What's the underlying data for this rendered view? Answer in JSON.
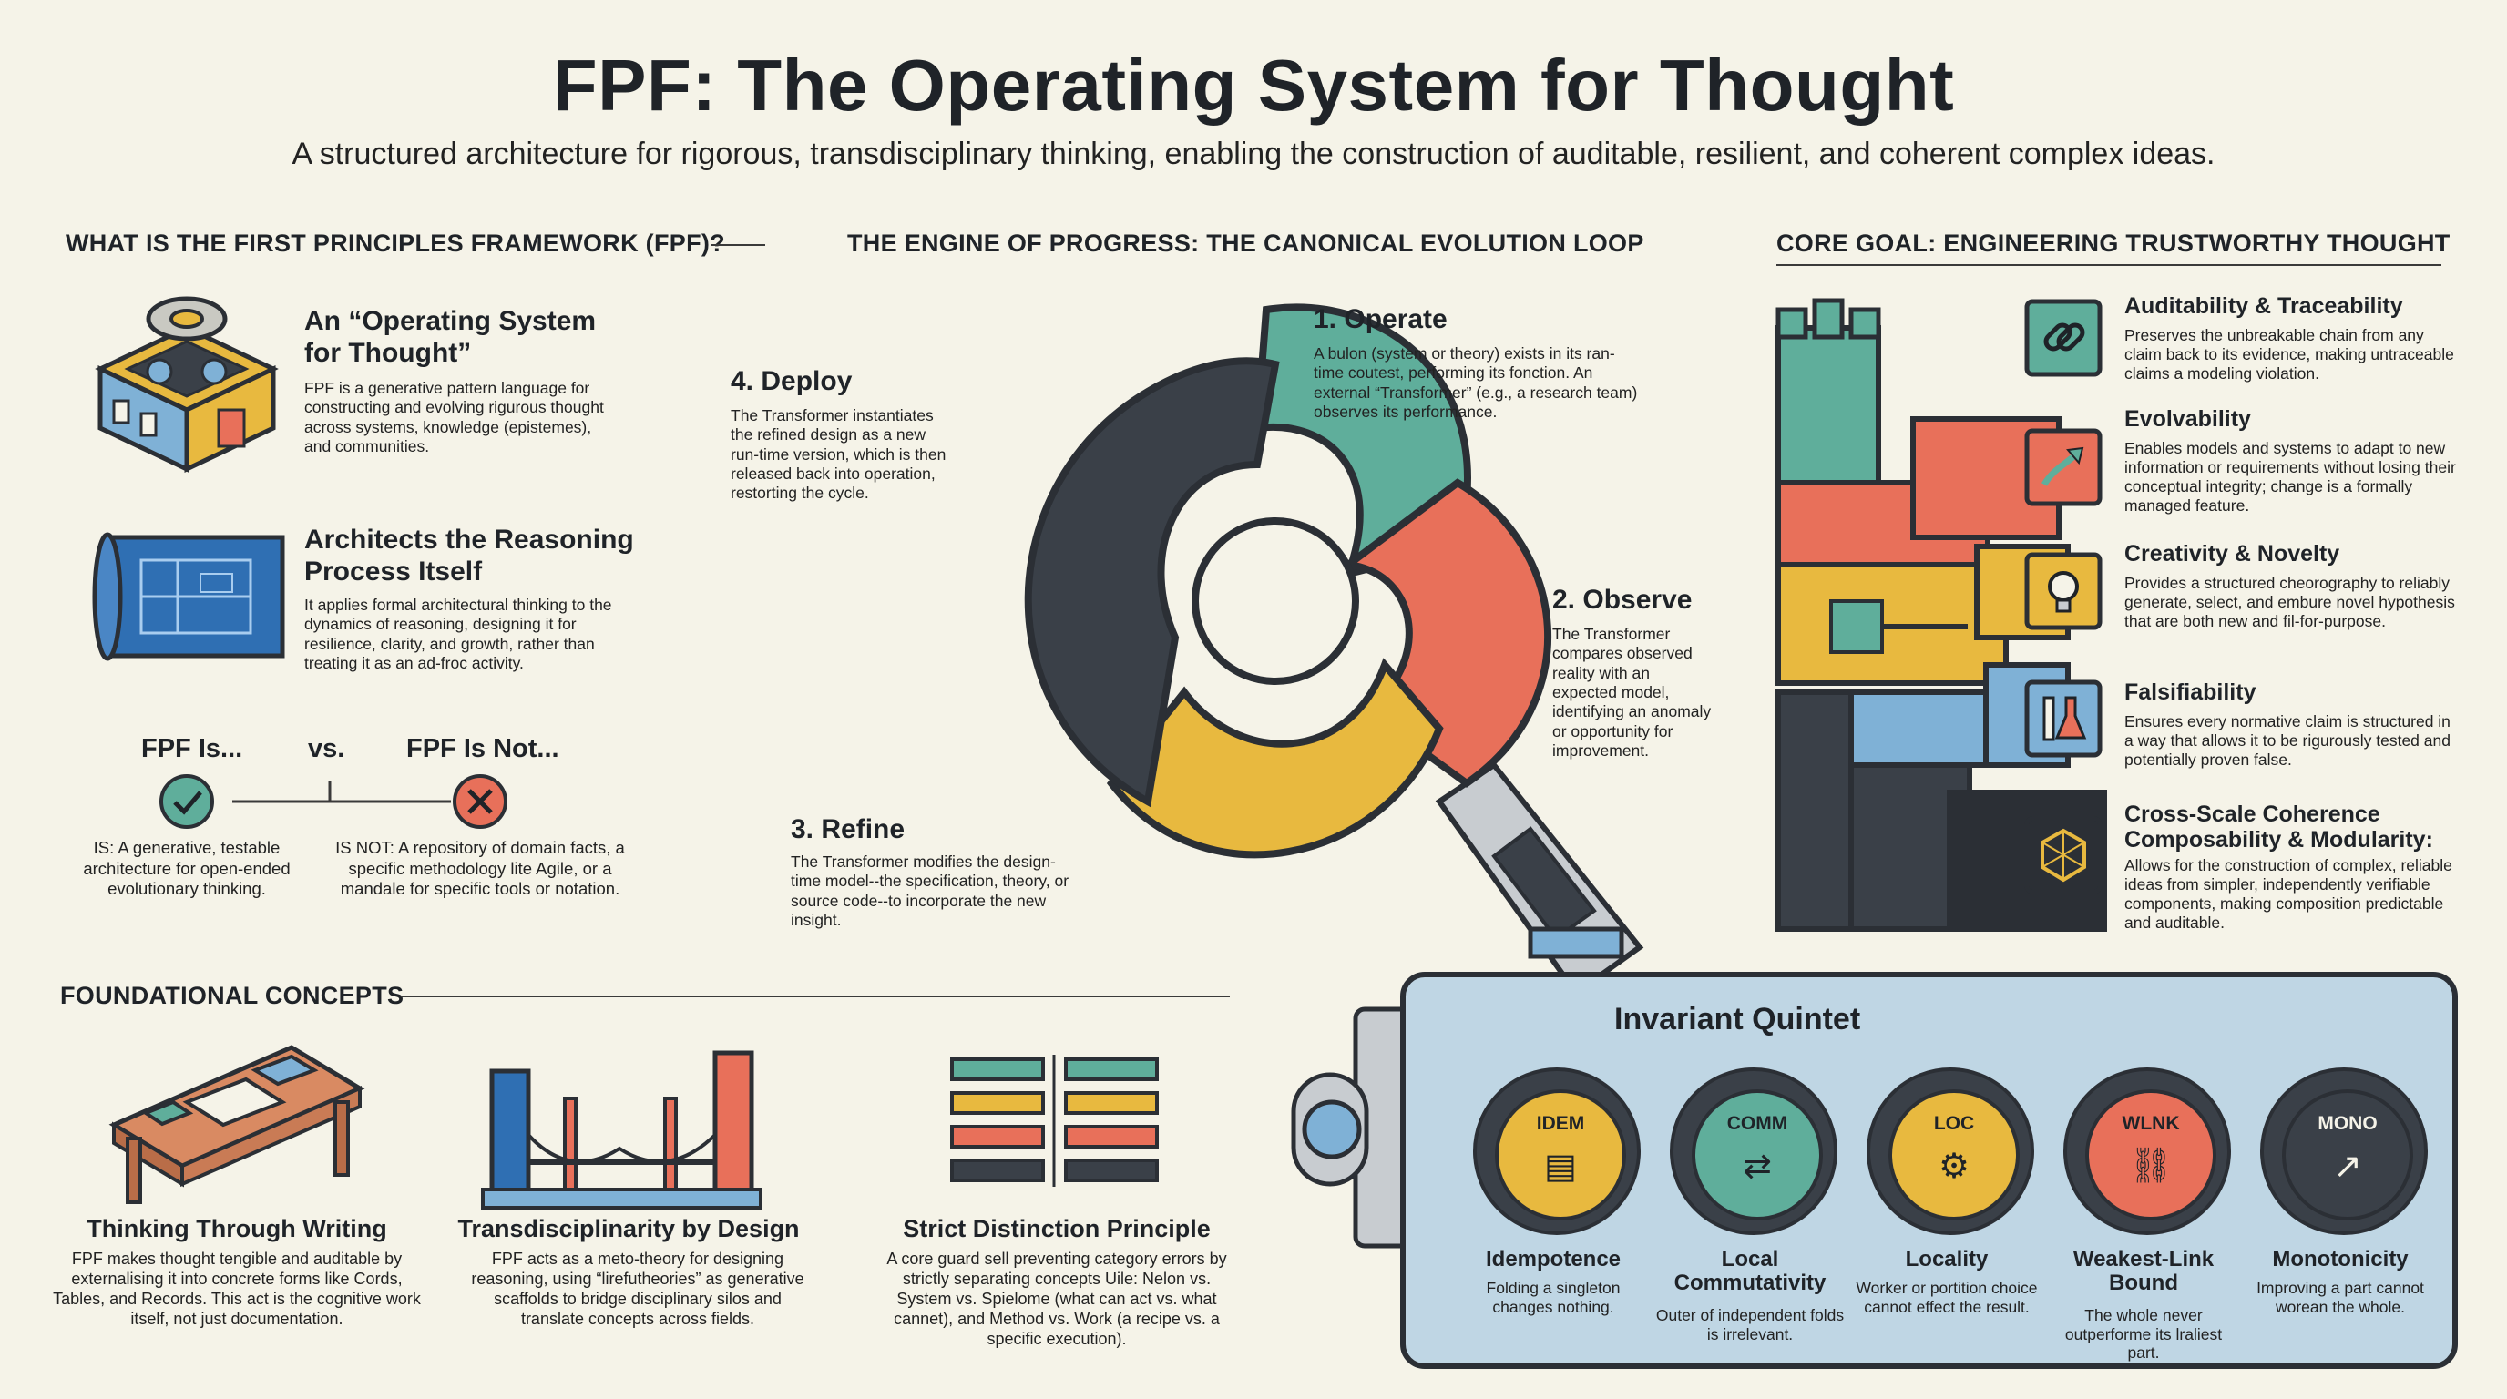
{
  "header": {
    "title": "FPF: The Operating System for Thought",
    "subtitle": "A structured architecture for rigorous, transdisciplinary thinking, enabling the construction of auditable, resilient, and coherent complex ideas."
  },
  "what_is": {
    "heading": "WHAT IS THE FIRST PRINCIPLES FRAMEWORK (FPF)?",
    "os_title": "An “Operating System for Thought”",
    "os_text": "FPF is a generative pattern language for constructing and evolving rigurous thought across systems, knowledge (epistemes), and communities.",
    "arch_title": "Architects the Reasoning Process Itself",
    "arch_text": "It applies formal architectural thinking to the dynamics of reasoning, designing it for resilience, clarity, and growth, rather than treating it as an ad-froc activity.",
    "is_label": "FPF Is...",
    "vs_label": "vs.",
    "isnot_label": "FPF Is Not...",
    "is_text": "IS: A generative, testable architecture for open-ended evolutionary thinking.",
    "isnot_text": "IS NOT: A repository of domain facts, a specific methodology lite Agile, or a mandale for specific tools or notation."
  },
  "engine": {
    "heading": "THE ENGINE OF PROGRESS: THE CANONICAL EVOLUTION LOOP",
    "steps": [
      {
        "title": "1. Operate",
        "text": "A bulon (system or theory) exists in its ran-time coutest, performing its fonction. An external “Transformer” (e.g., a research team) observes its performance."
      },
      {
        "title": "2. Observe",
        "text": "The Transformer compares observed reality with an expected model, identifying an anomaly or opportunity for improvement."
      },
      {
        "title": "3. Refine",
        "text": "The Transformer modifies the design-time model--the specification, theory, or source code--to incorporate the new insight."
      },
      {
        "title": "4. Deploy",
        "text": "The Transformer instantiates the refined design as a new run-time version, which is then released back into operation, restorting the cycle."
      }
    ]
  },
  "core_goal": {
    "heading": "CORE GOAL: ENGINEERING TRUSTWORTHY THOUGHT",
    "items": [
      {
        "title": "Auditability & Traceability",
        "text": "Preserves the unbreakable chain from any claim back to its evidence, making untraceable claims a modeling violation.",
        "icon": "chain-link-icon"
      },
      {
        "title": "Evolvability",
        "text": "Enables models and systems to adapt to new information or requirements without losing their conceptual integrity; change is a formally managed feature.",
        "icon": "trend-arrow-icon"
      },
      {
        "title": "Creativity & Novelty",
        "text": "Provides a structured cheorography to reliably generate, select, and embure novel hypothesis that are both new and fil-for-purpose.",
        "icon": "lightbulb-icon"
      },
      {
        "title": "Falsifiability",
        "text": "Ensures every normative claim is structured in a way that allows it to be rigurously tested and potentially proven false.",
        "icon": "lab-flask-icon"
      },
      {
        "title": "Cross-Scale Coherence Composability & Modularity:",
        "text": "Allows for the construction of complex, reliable ideas from simpler, independently verifiable components, making composition predictable and auditable.",
        "icon": "network-cube-icon"
      }
    ]
  },
  "foundational": {
    "heading": "FOUNDATIONAL CONCEPTS",
    "items": [
      {
        "title": "Thinking Through Writing",
        "text": "FPF makes thought tengible and auditable by externalising it into concrete forms like Cords, Tables, and Records. This act is the cognitive work itself, not just documentation."
      },
      {
        "title": "Transdisciplinarity by Design",
        "text": "FPF acts as a meto-theory for designing reasoning, using “lirefutheories” as generative scaffolds to bridge disciplinary silos and translate concepts across fields."
      },
      {
        "title": "Strict Distinction Principle",
        "text": "A core guard sell preventing category errors by strictly separating concepts Uile: Nelon vs. System vs. Spielome (what can act vs. what cannet), and Method vs. Work (a recipe vs. a specific execution)."
      }
    ]
  },
  "invariant": {
    "heading": "Invariant Quintet",
    "items": [
      {
        "code": "IDEM",
        "name": "Idempotence",
        "text": "Folding a singleton changes nothing.",
        "color": "#e8b93f"
      },
      {
        "code": "COMM",
        "name": "Local Commutativity",
        "text": "Outer of independent folds is irrelevant.",
        "color": "#5fae9b"
      },
      {
        "code": "LOC",
        "name": "Locality",
        "text": "Worker or portition choice cannot effect the result.",
        "color": "#e8b93f"
      },
      {
        "code": "WLNK",
        "name": "Weakest-Link Bound",
        "text": "The whole never outperforme its lraliest part.",
        "color": "#e8705a"
      },
      {
        "code": "MONO",
        "name": "Monotonicity",
        "text": "Improving a part cannot worean the whole.",
        "color": "#3a4048"
      }
    ]
  },
  "colors": {
    "teal": "#5fae9b",
    "coral": "#e8705a",
    "yellow": "#e8b93f",
    "charcoal": "#3a4048",
    "blue": "#7fb1d6"
  }
}
